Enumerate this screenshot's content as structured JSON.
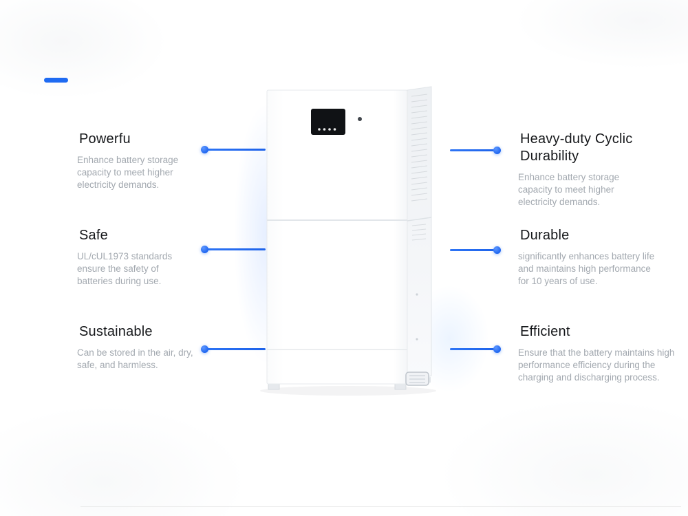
{
  "colors": {
    "accent_blue": "#1f6bf2",
    "title_text": "#15171a",
    "body_text": "#a2a8af"
  },
  "features_left": [
    {
      "title": "Powerfu",
      "description": "Enhance battery storage capacity to meet higher electricity demands."
    },
    {
      "title": "Safe",
      "description": "UL/cUL1973 standards ensure the safety of batteries during use."
    },
    {
      "title": "Sustainable",
      "description": "Can be stored in the air, dry, safe, and harmless."
    }
  ],
  "features_right": [
    {
      "title": "Heavy-duty Cyclic Durability",
      "description": "Enhance battery storage capacity to meet higher electricity demands."
    },
    {
      "title": "Durable",
      "description": "significantly enhances battery life and maintains high performance for 10 years of use."
    },
    {
      "title": "Efficient",
      "description": "Ensure that the battery maintains high performance efficiency during the charging and discharging process."
    }
  ]
}
